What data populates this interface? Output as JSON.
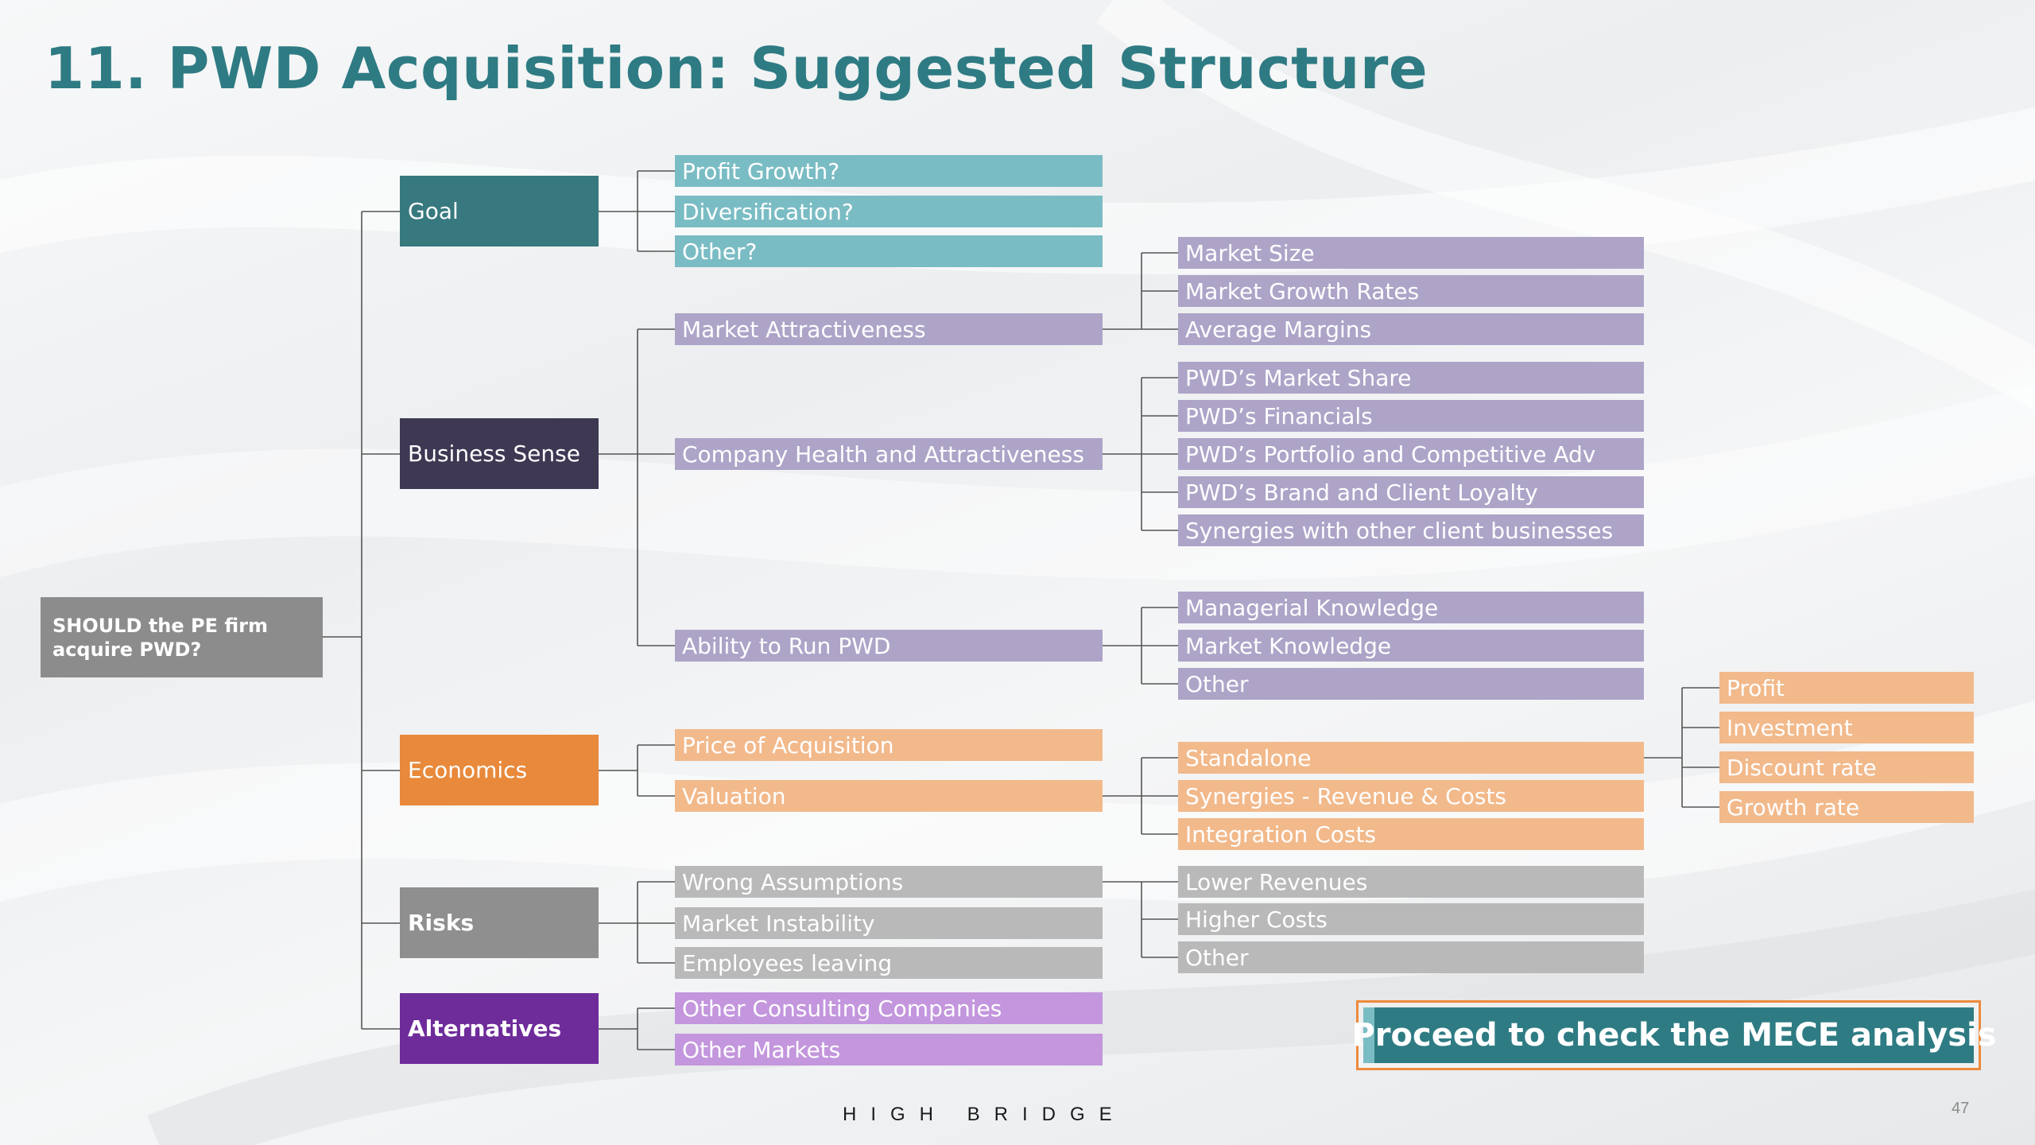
{
  "slide": {
    "title": "11. PWD Acquisition: Suggested Structure",
    "root": "SHOULD the PE firm acquire PWD?",
    "cta": "Proceed to check the MECE analysis",
    "brand": "HIGH BRIDGE",
    "page_number": "47"
  },
  "colors": {
    "title": "#2e7b83",
    "root": "#8c8c8c",
    "goal": "#38797f",
    "goal_light": "#7abcc4",
    "business": "#3e3853",
    "business_light": "#ada4c8",
    "economics": "#e8893b",
    "economics_light": "#f2b98b",
    "risks": "#8f8f8f",
    "risks_light": "#b9b9b9",
    "alternatives": "#6e2c9a",
    "alternatives_light": "#c396dd",
    "cta_border": "#ef8a3b"
  },
  "tree": {
    "l1": [
      {
        "id": "goal",
        "label": "Goal"
      },
      {
        "id": "business",
        "label": "Business Sense"
      },
      {
        "id": "economics",
        "label": "Economics"
      },
      {
        "id": "risks",
        "label": "Risks"
      },
      {
        "id": "alternatives",
        "label": "Alternatives"
      }
    ],
    "l2": [
      {
        "id": "profit-growth",
        "label": "Profit Growth?"
      },
      {
        "id": "diversification",
        "label": "Diversification?"
      },
      {
        "id": "goal-other",
        "label": "Other?"
      },
      {
        "id": "market-attractiveness",
        "label": "Market Attractiveness"
      },
      {
        "id": "company-health",
        "label": "Company Health and Attractiveness"
      },
      {
        "id": "ability-to-run",
        "label": "Ability to Run PWD"
      },
      {
        "id": "price-of-acquisition",
        "label": "Price of Acquisition"
      },
      {
        "id": "valuation",
        "label": "Valuation"
      },
      {
        "id": "wrong-assumptions",
        "label": "Wrong Assumptions"
      },
      {
        "id": "market-instability",
        "label": "Market Instability"
      },
      {
        "id": "employees-leaving",
        "label": "Employees leaving"
      },
      {
        "id": "other-consulting",
        "label": "Other Consulting Companies"
      },
      {
        "id": "other-markets",
        "label": "Other Markets"
      }
    ],
    "l3": [
      {
        "id": "market-size",
        "label": "Market Size"
      },
      {
        "id": "market-growth-rates",
        "label": "Market Growth Rates"
      },
      {
        "id": "average-margins",
        "label": "Average Margins"
      },
      {
        "id": "pwd-market-share",
        "label": "PWD’s Market Share"
      },
      {
        "id": "pwd-financials",
        "label": "PWD’s Financials"
      },
      {
        "id": "pwd-portfolio",
        "label": "PWD’s Portfolio and Competitive Adv"
      },
      {
        "id": "pwd-brand",
        "label": "PWD’s Brand and Client Loyalty"
      },
      {
        "id": "synergies-clients",
        "label": "Synergies with other client businesses"
      },
      {
        "id": "managerial-knowledge",
        "label": "Managerial Knowledge"
      },
      {
        "id": "market-knowledge",
        "label": "Market Knowledge"
      },
      {
        "id": "ability-other",
        "label": "Other"
      },
      {
        "id": "standalone",
        "label": "Standalone"
      },
      {
        "id": "synergies-revenue",
        "label": "Synergies - Revenue & Costs"
      },
      {
        "id": "integration-costs",
        "label": "Integration Costs"
      },
      {
        "id": "lower-revenues",
        "label": "Lower Revenues"
      },
      {
        "id": "higher-costs",
        "label": "Higher Costs"
      },
      {
        "id": "risks-other",
        "label": "Other"
      }
    ],
    "l4": [
      {
        "id": "profit",
        "label": "Profit"
      },
      {
        "id": "investment",
        "label": "Investment"
      },
      {
        "id": "discount-rate",
        "label": "Discount rate"
      },
      {
        "id": "growth-rate",
        "label": "Growth rate"
      }
    ]
  }
}
